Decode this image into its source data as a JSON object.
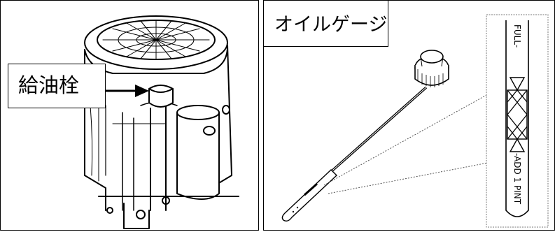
{
  "left_panel": {
    "label": "給油栓"
  },
  "right_panel": {
    "label": "オイルゲージ",
    "gauge": {
      "full_mark": "FULL-",
      "add_mark": "-ADD 1 PINT"
    }
  }
}
